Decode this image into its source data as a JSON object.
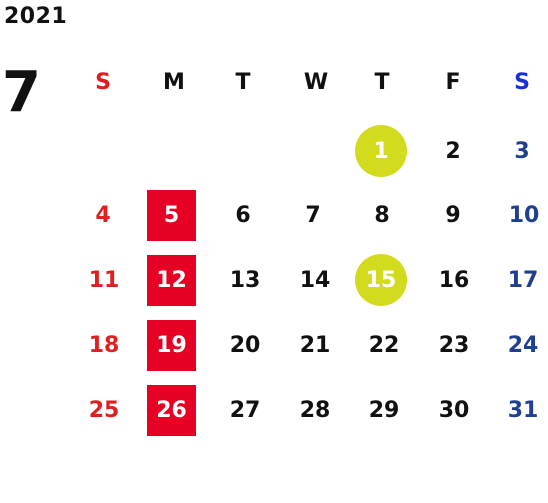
{
  "year": "2021",
  "month": "7",
  "weekdays": [
    "S",
    "M",
    "T",
    "W",
    "T",
    "F",
    "S"
  ],
  "weeks": [
    [
      "",
      "",
      "",
      "",
      "1",
      "2",
      "3"
    ],
    [
      "4",
      "5",
      "6",
      "7",
      "8",
      "9",
      "10"
    ],
    [
      "11",
      "12",
      "13",
      "14",
      "15",
      "16",
      "17"
    ],
    [
      "18",
      "19",
      "20",
      "21",
      "22",
      "23",
      "24"
    ],
    [
      "25",
      "26",
      "27",
      "28",
      "29",
      "30",
      "31"
    ]
  ],
  "highlight_red": [
    "5",
    "12",
    "19",
    "26"
  ],
  "highlight_circle": [
    "1",
    "15"
  ],
  "colors": {
    "sunday_text": "#e02020",
    "saturday_text": "#1f3f8f",
    "saturday_header": "#1a2fd8",
    "red_square": "#e60023",
    "circle": "#d3db1f",
    "text": "#111111"
  }
}
